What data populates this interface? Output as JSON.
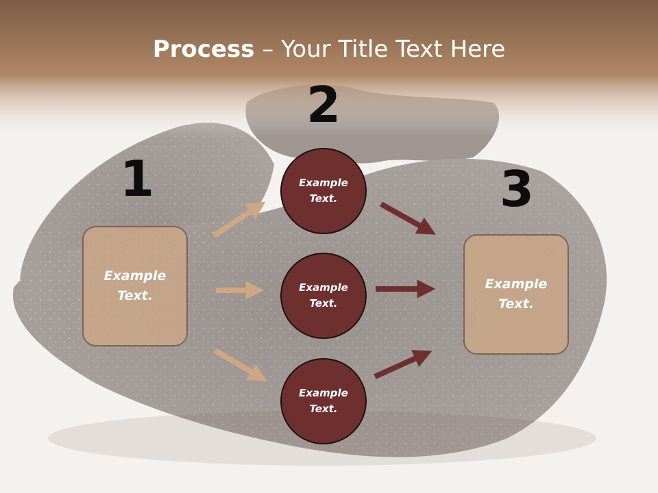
{
  "title": {
    "bold": "Process",
    "rest": " – Your Title Text Here"
  },
  "steps": {
    "one": {
      "number": "1",
      "text": "Example Text."
    },
    "two": {
      "number": "2",
      "items": [
        "Example Text.",
        "Example Text.",
        "Example Text."
      ]
    },
    "three": {
      "number": "3",
      "text": "Example Text."
    }
  },
  "colors": {
    "header": "#a57a58",
    "box_fill": "#cda887",
    "circle_fill": "#6e2f2f",
    "arrow_light": "#cfa684",
    "arrow_dark": "#6e2f2f"
  },
  "icons": [
    "background-truffle-image"
  ]
}
